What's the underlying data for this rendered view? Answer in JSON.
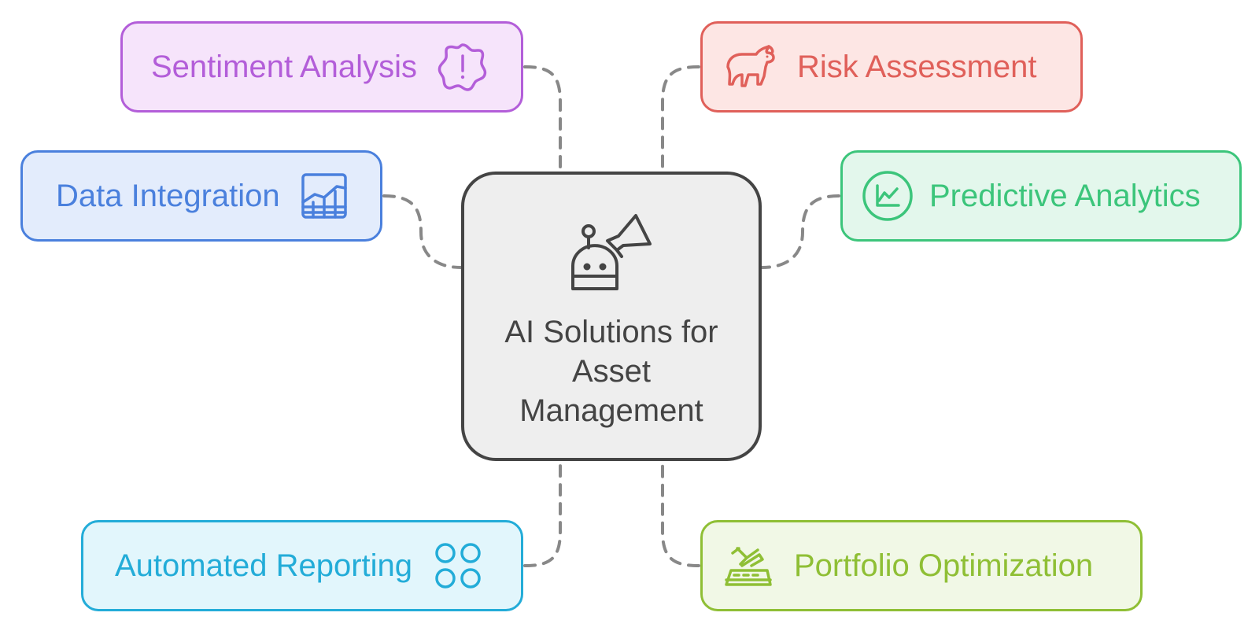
{
  "center": {
    "icon": "robot-megaphone-icon",
    "title": "AI Solutions for Asset Management"
  },
  "nodes": {
    "sentiment": {
      "label": "Sentiment Analysis",
      "icon": "exclamation-badge-icon",
      "color": "#b35ed9",
      "fill": "#f6e4fb"
    },
    "data": {
      "label": "Data Integration",
      "icon": "chart-table-icon",
      "color": "#4a80dd",
      "fill": "#e3ecfc"
    },
    "reporting": {
      "label": "Automated Reporting",
      "icon": "four-circles-icon",
      "color": "#23acd8",
      "fill": "#e2f6fc"
    },
    "risk": {
      "label": "Risk Assessment",
      "icon": "bull-icon",
      "color": "#e0605a",
      "fill": "#fde6e4"
    },
    "predictive": {
      "label": "Predictive Analytics",
      "icon": "line-chart-circle-icon",
      "color": "#3cc57b",
      "fill": "#e3f7ec"
    },
    "portfolio": {
      "label": "Portfolio Optimization",
      "icon": "abacus-icon",
      "color": "#8fbf35",
      "fill": "#f1f8e6"
    }
  },
  "connector_color": "#888888"
}
